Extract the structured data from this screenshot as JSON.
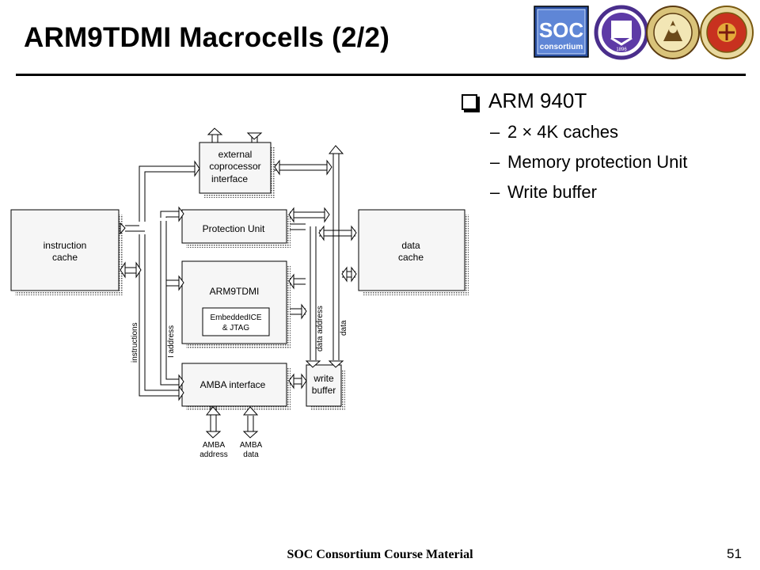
{
  "slide": {
    "title": "ARM9TDMI Macrocells (2/2)",
    "footer": "SOC Consortium Course Material",
    "page_number": "51"
  },
  "logos": {
    "soc_top": "SOC",
    "soc_bottom": "consortium",
    "seal_year": "1896"
  },
  "bullets": {
    "main": "ARM 940T",
    "items": [
      "2 × 4K caches",
      "Memory protection Unit",
      "Write buffer"
    ]
  },
  "diagram": {
    "ext_coproc": [
      "external",
      "coprocessor",
      "interface"
    ],
    "protection_unit": "Protection Unit",
    "instruction_cache": [
      "instruction",
      "cache"
    ],
    "data_cache": [
      "data",
      "cache"
    ],
    "arm9tdmi": "ARM9TDMI",
    "embedded_ice": [
      "EmbeddedICE",
      "& JTAG"
    ],
    "amba_interface": "AMBA interface",
    "write_buffer": [
      "write",
      "buffer"
    ],
    "bus_labels": {
      "instructions": "instructions",
      "iaddress": "I address",
      "data_address": "data address",
      "data": "data"
    },
    "amba_address": [
      "AMBA",
      "address"
    ],
    "amba_data": [
      "AMBA",
      "data"
    ]
  }
}
